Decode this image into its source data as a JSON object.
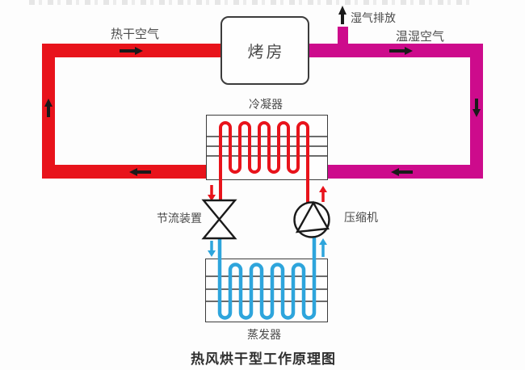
{
  "caption": "热风烘干型工作原理图",
  "colors": {
    "bg": "#fdfdfd",
    "hot": "#e8131b",
    "humid": "#cd0b8c",
    "cold": "#2ea5dc",
    "ink": "#3c3c3c",
    "arrow": "#1a1a1a",
    "label": "#4a4a4a",
    "caption": "#2f2f2f"
  },
  "components": {
    "drying_room": {
      "label": "烤房"
    },
    "condenser": {
      "label": "冷凝器"
    },
    "evaporator": {
      "label": "蒸发器"
    },
    "throttle_valve": {
      "label": "节流装置"
    },
    "compressor": {
      "label": "压缩机"
    }
  },
  "flows": {
    "hot_dry_air": {
      "label": "热干空气",
      "color": "#e8131b"
    },
    "warm_humid_air": {
      "label": "温湿空气",
      "color": "#cd0b8c"
    },
    "moisture_exhaust": {
      "label": "湿气排放"
    },
    "refrigerant": {
      "color": "#2ea5dc"
    }
  }
}
